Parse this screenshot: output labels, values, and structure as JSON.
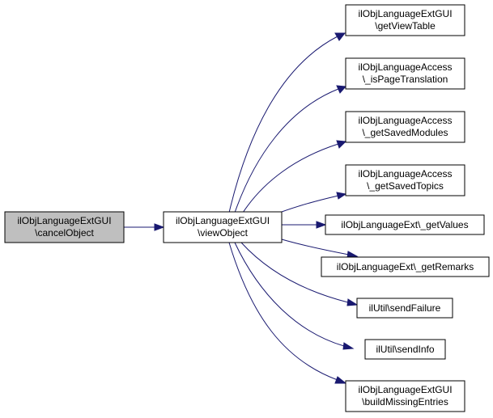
{
  "colors": {
    "edge": "#191970",
    "root_fill": "#bfbfbf",
    "node_fill": "#ffffff",
    "node_border": "#000000"
  },
  "graph": {
    "nodes": {
      "cancel_object": {
        "lines": [
          "ilObjLanguageExtGUI",
          "\\cancelObject"
        ]
      },
      "view_object": {
        "lines": [
          "ilObjLanguageExtGUI",
          "\\viewObject"
        ]
      },
      "get_view_table": {
        "lines": [
          "ilObjLanguageExtGUI",
          "\\getViewTable"
        ]
      },
      "is_page_translation": {
        "lines": [
          "ilObjLanguageAccess",
          "\\_isPageTranslation"
        ]
      },
      "get_saved_modules": {
        "lines": [
          "ilObjLanguageAccess",
          "\\_getSavedModules"
        ]
      },
      "get_saved_topics": {
        "lines": [
          "ilObjLanguageAccess",
          "\\_getSavedTopics"
        ]
      },
      "get_values": {
        "lines": [
          "ilObjLanguageExt\\_getValues"
        ]
      },
      "get_remarks": {
        "lines": [
          "ilObjLanguageExt\\_getRemarks"
        ]
      },
      "send_failure": {
        "lines": [
          "ilUtil\\sendFailure"
        ]
      },
      "send_info": {
        "lines": [
          "ilUtil\\sendInfo"
        ]
      },
      "build_missing_entries": {
        "lines": [
          "ilObjLanguageExtGUI",
          "\\buildMissingEntries"
        ]
      }
    }
  }
}
